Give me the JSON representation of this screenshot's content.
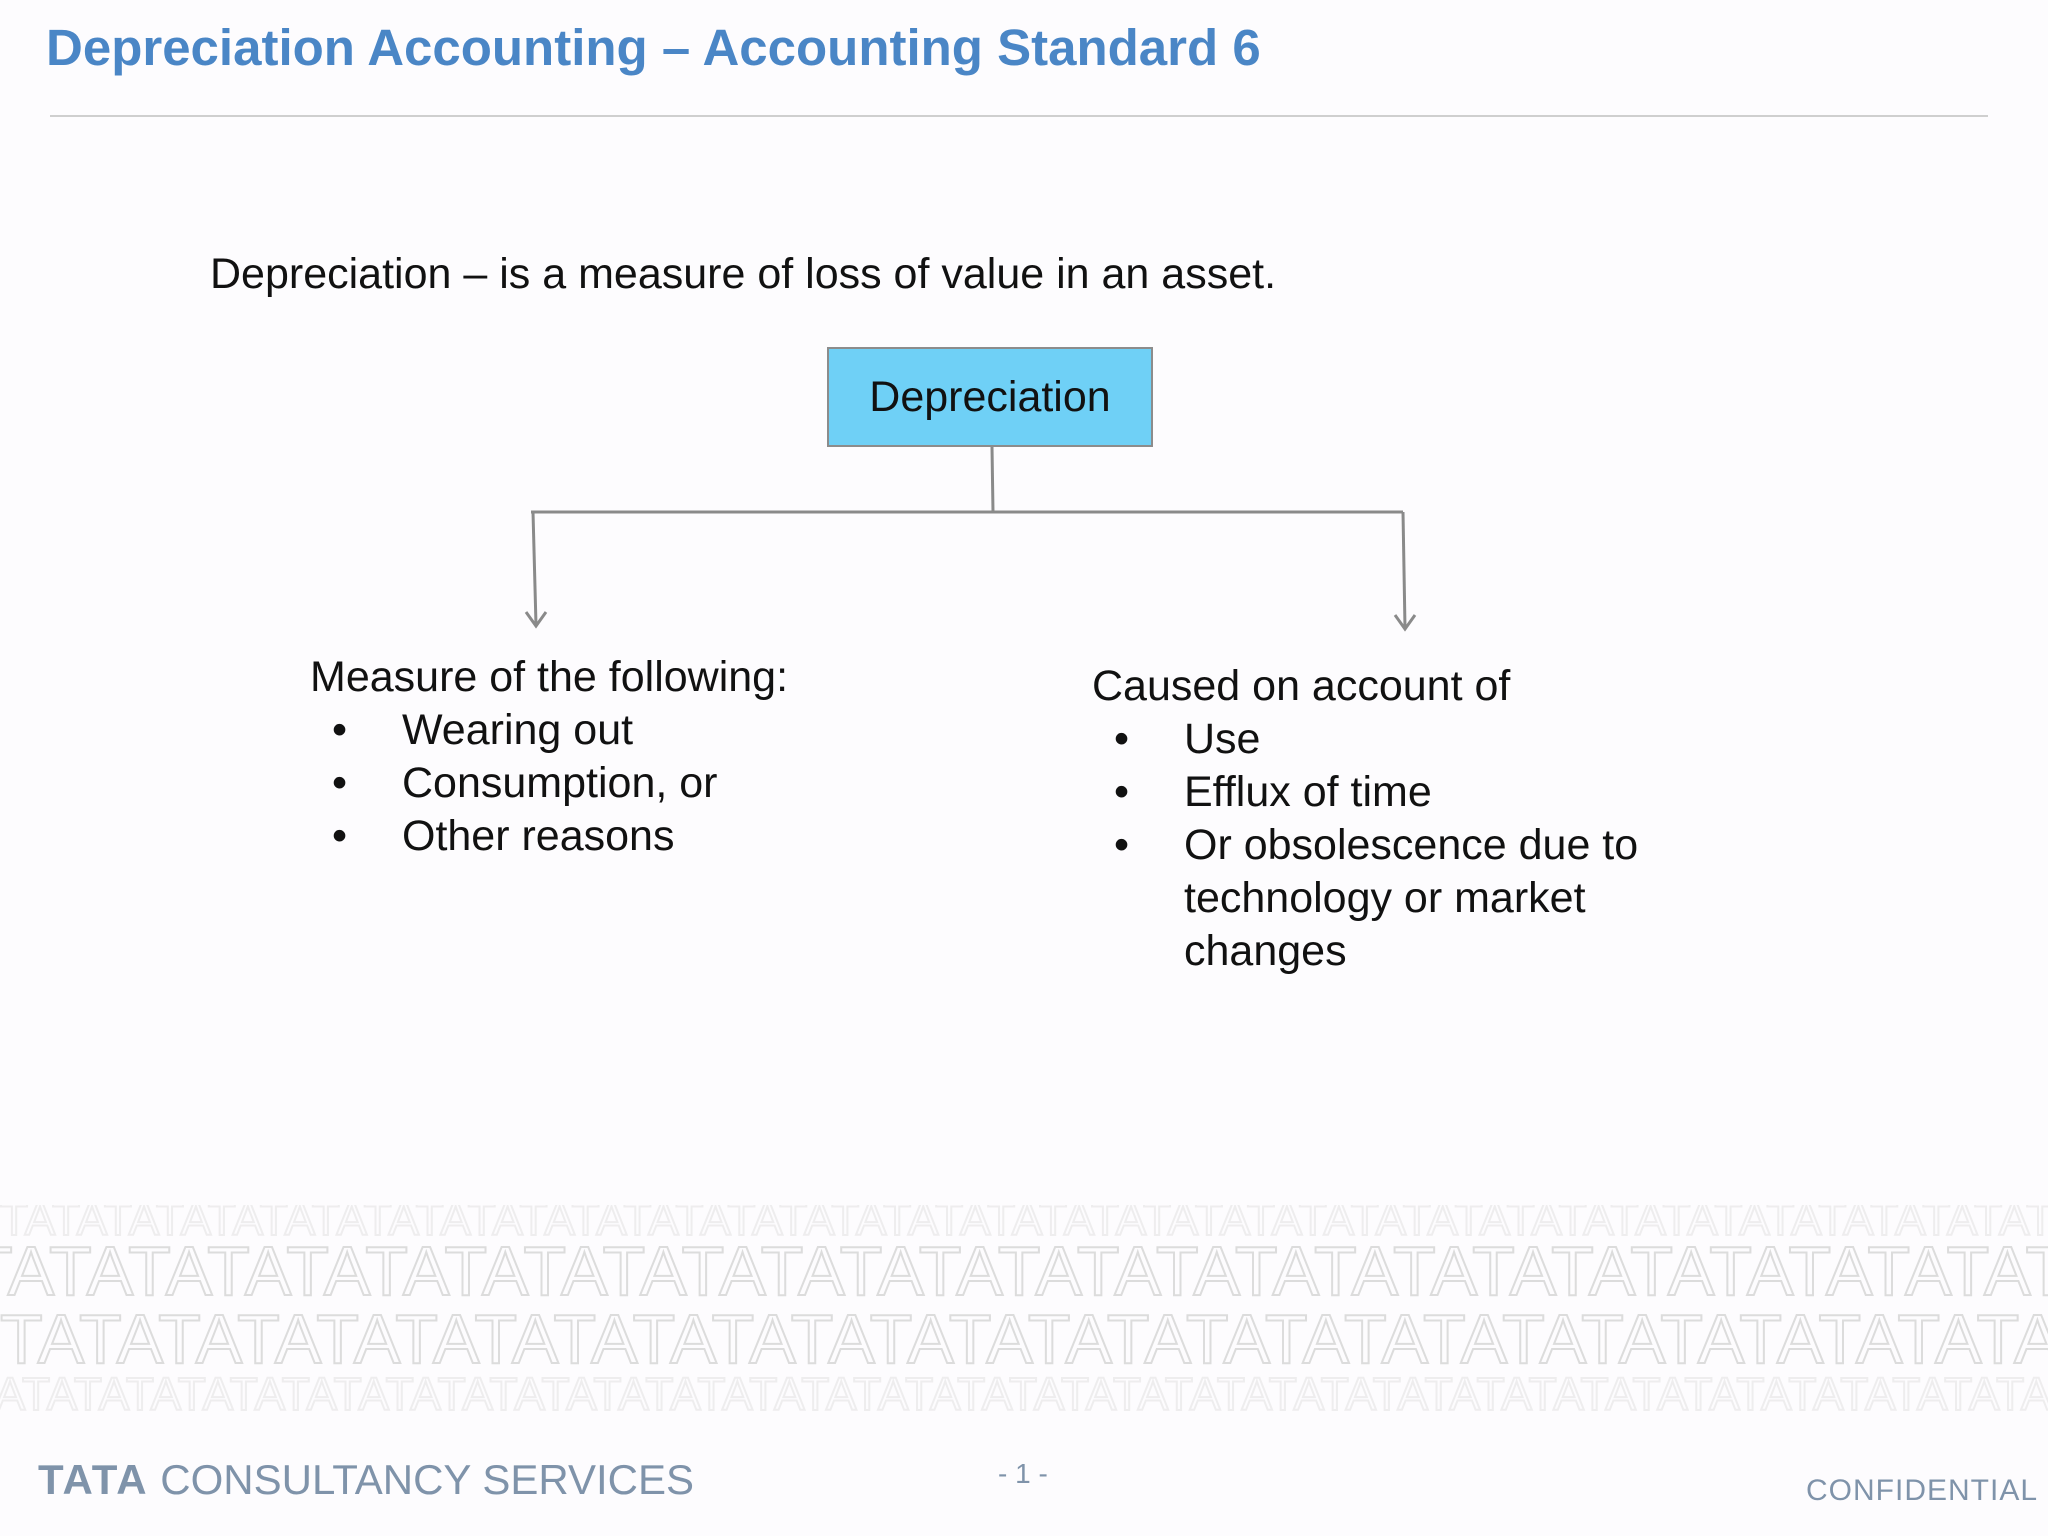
{
  "slide": {
    "title": "Depreciation Accounting – Accounting Standard 6",
    "definition": "Depreciation – is a measure of loss of value in an asset."
  },
  "diagram": {
    "root": "Depreciation",
    "left": {
      "heading": "Measure of the following:",
      "items": [
        "Wearing out",
        "Consumption, or",
        "Other reasons"
      ]
    },
    "right": {
      "heading": "Caused on account of",
      "items": [
        "Use",
        "Efflux of time",
        "Or obsolescence due to technology or market changes"
      ]
    },
    "bullet": "•"
  },
  "footer": {
    "brand_bold": "TATA",
    "brand_rest": "CONSULTANCY SERVICES",
    "page": "- 1 -",
    "confidential": "CONFIDENTIAL",
    "watermark_text": "TATA"
  }
}
